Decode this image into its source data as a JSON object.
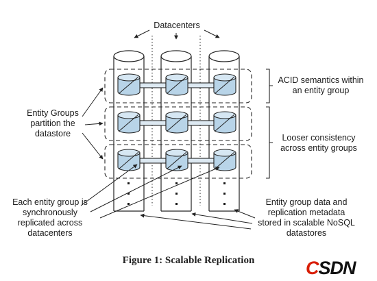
{
  "diagram": {
    "top_label": "Datacenters",
    "left_label": "Entity Groups partition the datastore",
    "right_top_label": "ACID semantics within an entity group",
    "right_middle_label": "Looser consistency across entity groups",
    "bottom_left_label": "Each entity group is synchronously replicated across datacenters",
    "bottom_right_label": "Entity group data and replication metadata stored in scalable NoSQL datastores",
    "colors": {
      "cylinder_fill": "#b8d4e8",
      "cylinder_stroke": "#222222",
      "line": "#222222"
    }
  },
  "caption": "Figure 1: Scalable Replication",
  "brand": {
    "first": "C",
    "rest": "SDN",
    "accent_color": "#d81e06"
  }
}
